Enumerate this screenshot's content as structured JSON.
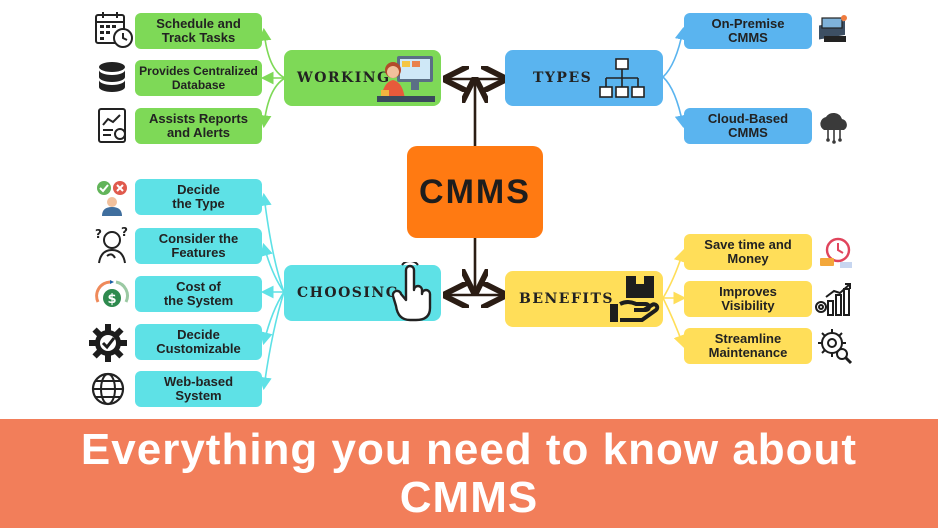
{
  "center": {
    "label": "CMMS"
  },
  "branches": {
    "working": {
      "label": "WORKING",
      "items": [
        "Schedule and\nTrack Tasks",
        "Provides Centralized\nDatabase",
        "Assists Reports\nand Alerts"
      ],
      "icons": [
        "calendar-clock-icon",
        "database-icon",
        "report-chart-icon"
      ]
    },
    "types": {
      "label": "TYPES",
      "items": [
        "On-Premise\nCMMS",
        "Cloud-Based\nCMMS"
      ],
      "icons": [
        "server-workstation-icon",
        "cloud-icon"
      ]
    },
    "choosing": {
      "label": "CHOOSING",
      "items": [
        "Decide\nthe Type",
        "Consider the\nFeatures",
        "Cost of\nthe System",
        "Decide\nCustomizable",
        "Web-based\nSystem"
      ],
      "icons": [
        "person-decision-icon",
        "thinking-person-icon",
        "dollar-coin-icon",
        "gear-check-icon",
        "globe-icon"
      ]
    },
    "benefits": {
      "label": "BENEFITS",
      "items": [
        "Save time and\nMoney",
        "Improves\nVisibility",
        "Streamline\nMaintenance"
      ],
      "icons": [
        "time-money-icon",
        "growth-chart-icon",
        "gear-search-icon"
      ]
    }
  },
  "banner": {
    "title": "Everything you need to know about\nCMMS"
  },
  "colors": {
    "center": "#ff7a12",
    "working": "#7ed957",
    "types": "#5ab4ef",
    "choosing": "#5ee1e6",
    "benefits": "#ffde59",
    "banner": "#f27e5a"
  }
}
